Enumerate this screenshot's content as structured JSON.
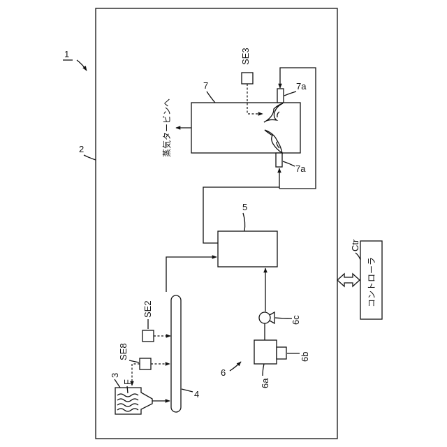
{
  "labels": {
    "system_ref": "1",
    "enclosure_ref": "2",
    "hopper_ref": "3",
    "fuel_ref": "F",
    "conveyor_ref": "4",
    "unit5_ref": "5",
    "group6_ref": "6",
    "tank6a_ref": "6a",
    "unit6b_ref": "6b",
    "pump6c_ref": "6c",
    "boiler_ref": "7",
    "burner_top_ref": "7a",
    "burner_bottom_ref": "7a",
    "sensor_se2": "SE2",
    "sensor_se3": "SE3",
    "sensor_se8": "SE8",
    "steam_turbine": "蒸気タービンへ",
    "controller_ref": "Ctr",
    "controller_text": "コントローラ"
  }
}
